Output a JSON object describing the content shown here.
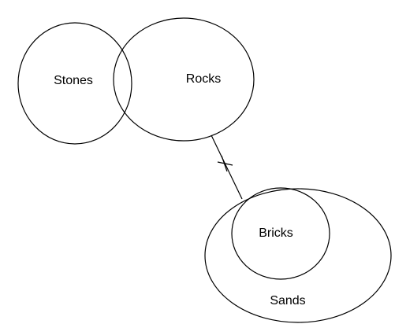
{
  "diagram": {
    "sets": {
      "stones": "Stones",
      "rocks": "Rocks",
      "bricks": "Bricks",
      "sands": "Sands"
    },
    "relations": [
      {
        "from": "rocks",
        "to": "sands",
        "type": "crossed-line"
      }
    ]
  }
}
